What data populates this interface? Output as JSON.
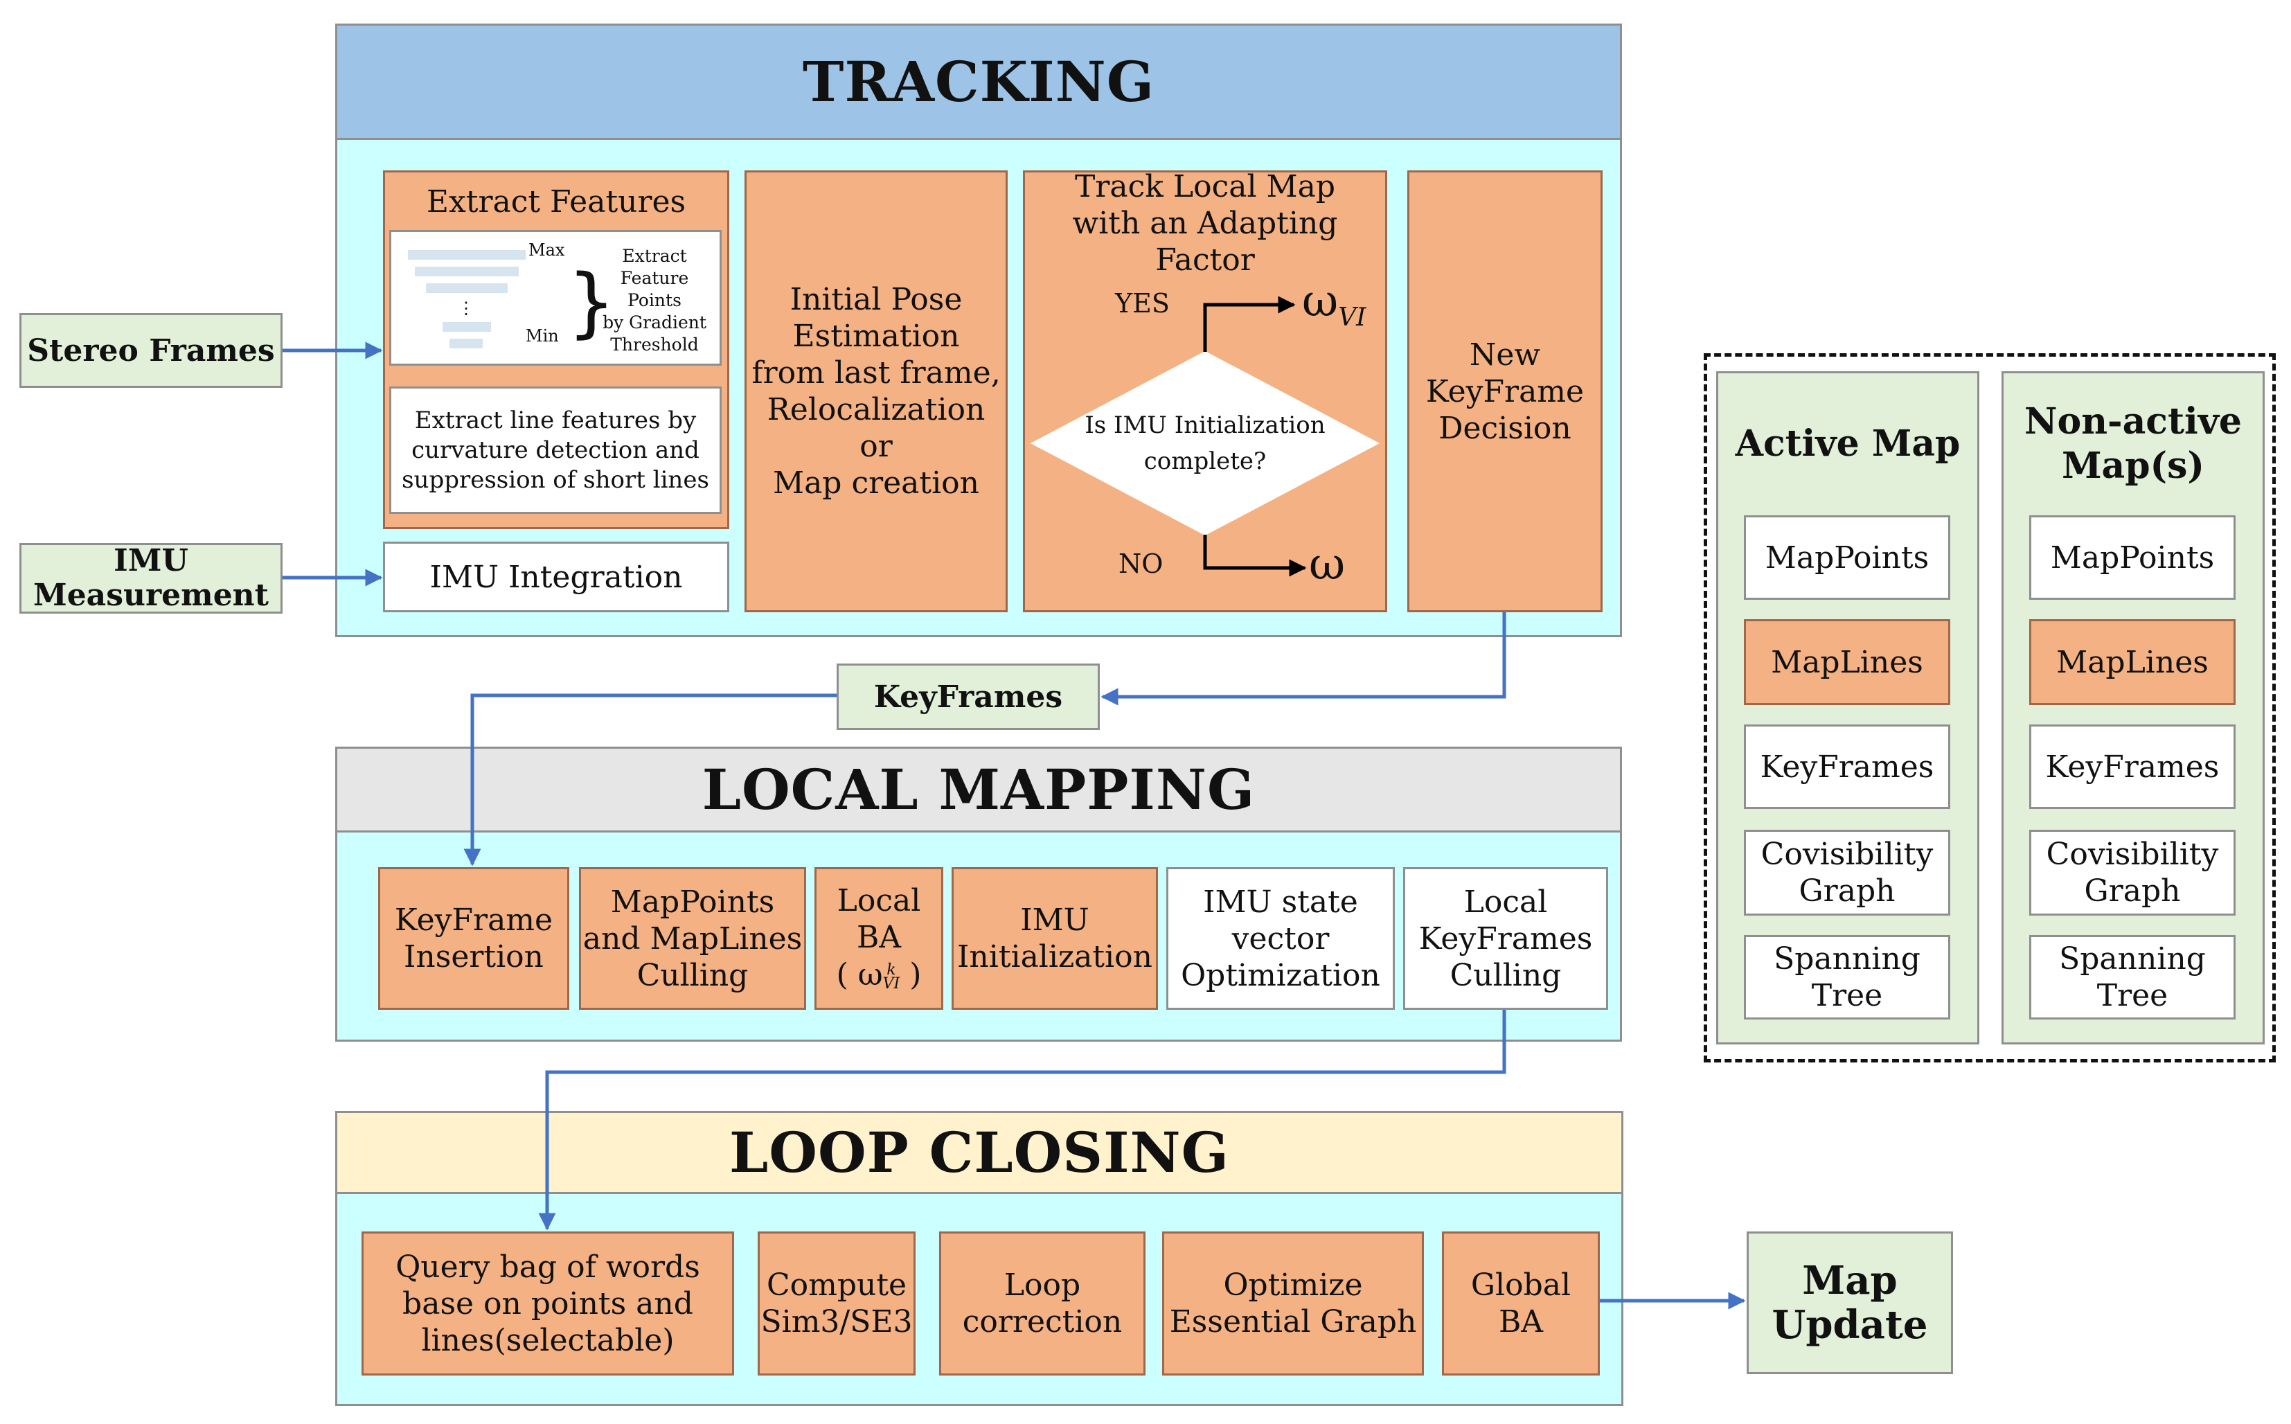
{
  "inputs": {
    "stereo_frames": "Stereo Frames",
    "imu_measurement": "IMU\nMeasurement"
  },
  "tracking": {
    "title": "TRACKING",
    "extract_features": {
      "title": "Extract Features",
      "pyramid_max": "Max",
      "pyramid_min": "Min",
      "pyramid_dots": "⋮",
      "points_note": "Extract\nFeature Points\nby Gradient\nThreshold",
      "lines_note": "Extract line features by\ncurvature detection and\nsuppression of short lines"
    },
    "imu_integration": "IMU Integration",
    "initial_pose": "Initial Pose\nEstimation\nfrom last frame,\nRelocalization or\nMap creation",
    "track_local_map": {
      "title": "Track Local Map\nwith an Adapting Factor",
      "yes": "YES",
      "no": "NO",
      "decision": "Is IMU Initialization\ncomplete?",
      "omega": "ω",
      "omega_sub": "VI"
    },
    "new_keyframe": "New\nKeyFrame\nDecision"
  },
  "keyframes_label": "KeyFrames",
  "local_mapping": {
    "title": "LOCAL MAPPING",
    "steps": {
      "keyframe_insertion": "KeyFrame\nInsertion",
      "culling": "MapPoints\nand MapLines\nCulling",
      "local_ba": "Local\nBA",
      "local_ba_omega": "ω",
      "local_ba_sub": "VI",
      "local_ba_sup": "k",
      "local_ba_open": "(",
      "local_ba_close": ")",
      "imu_init": "IMU\nInitialization",
      "imu_state": "IMU state\nvector\nOptimization",
      "kf_culling": "Local\nKeyFrames\nCulling"
    }
  },
  "loop_closing": {
    "title": "LOOP CLOSING",
    "steps": {
      "query": "Query bag of words\nbase on points and\nlines(selectable)",
      "sim3": "Compute\nSim3/SE3",
      "loop_correction": "Loop\ncorrection",
      "essential": "Optimize\nEssential  Graph",
      "global_ba": "Global\nBA"
    }
  },
  "map_update": "Map\nUpdate",
  "atlas": {
    "active_map": {
      "title": "Active Map",
      "items": [
        "MapPoints",
        "MapLines",
        "KeyFrames",
        "Covisibility\nGraph",
        "Spanning\nTree"
      ]
    },
    "nonactive_map": {
      "title": "Non-active\nMap(s)",
      "items": [
        "MapPoints",
        "MapLines",
        "KeyFrames",
        "Covisibility\nGraph",
        "Spanning\nTree"
      ]
    }
  },
  "colors": {
    "arrow": "#4472c4",
    "orange": "#f4b183",
    "cyan": "#ccffff",
    "green": "#e2efd9",
    "tracking_header": "#9dc3e6",
    "local_mapping_header": "#e7e6e6",
    "loop_closing_header": "#fff2cc"
  }
}
